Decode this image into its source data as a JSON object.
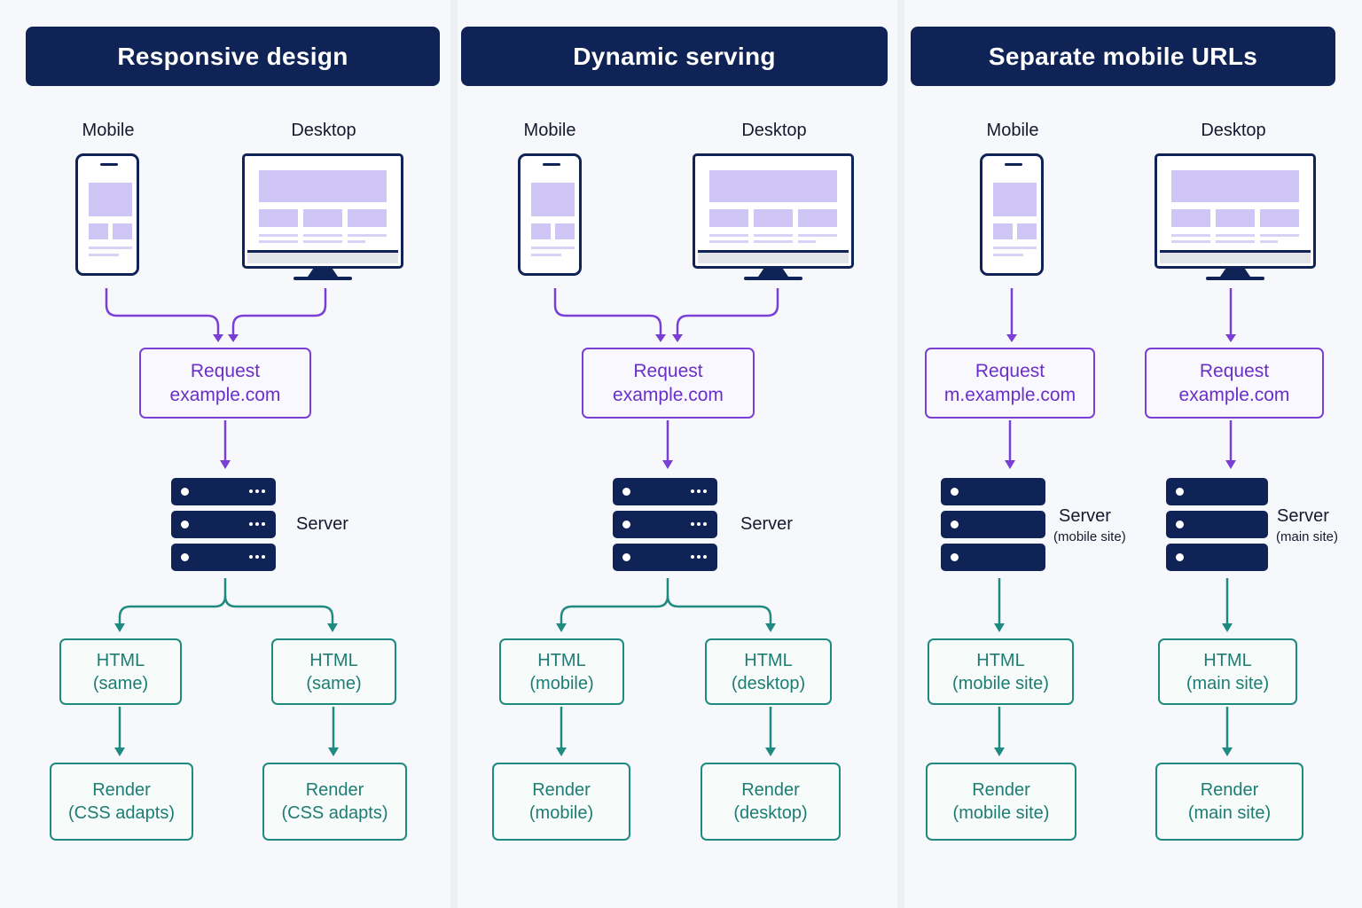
{
  "colors": {
    "navy": "#0f2356",
    "purple": "#7a3fd4",
    "teal": "#1f8a80",
    "lavender": "#cfc6f5"
  },
  "columns": [
    {
      "title": "Responsive design",
      "mobile_label": "Mobile",
      "desktop_label": "Desktop",
      "request": {
        "line1": "Request",
        "line2": "example.com"
      },
      "server": {
        "label": "Server"
      },
      "html_left": {
        "line1": "HTML",
        "line2": "(same)"
      },
      "html_right": {
        "line1": "HTML",
        "line2": "(same)"
      },
      "render_left": {
        "line1": "Render",
        "line2": "(CSS adapts)"
      },
      "render_right": {
        "line1": "Render",
        "line2": "(CSS adapts)"
      }
    },
    {
      "title": "Dynamic serving",
      "mobile_label": "Mobile",
      "desktop_label": "Desktop",
      "request": {
        "line1": "Request",
        "line2": "example.com"
      },
      "server": {
        "label": "Server"
      },
      "html_left": {
        "line1": "HTML",
        "line2": "(mobile)"
      },
      "html_right": {
        "line1": "HTML",
        "line2": "(desktop)"
      },
      "render_left": {
        "line1": "Render",
        "line2": "(mobile)"
      },
      "render_right": {
        "line1": "Render",
        "line2": "(desktop)"
      }
    },
    {
      "title": "Separate mobile URLs",
      "mobile_label": "Mobile",
      "desktop_label": "Desktop",
      "request_left": {
        "line1": "Request",
        "line2": "m.example.com"
      },
      "request_right": {
        "line1": "Request",
        "line2": "example.com"
      },
      "server_left": {
        "label": "Server",
        "sub": "(mobile site)"
      },
      "server_right": {
        "label": "Server",
        "sub": "(main site)"
      },
      "html_left": {
        "line1": "HTML",
        "line2": "(mobile site)"
      },
      "html_right": {
        "line1": "HTML",
        "line2": "(main site)"
      },
      "render_left": {
        "line1": "Render",
        "line2": "(mobile site)"
      },
      "render_right": {
        "line1": "Render",
        "line2": "(main site)"
      }
    }
  ]
}
